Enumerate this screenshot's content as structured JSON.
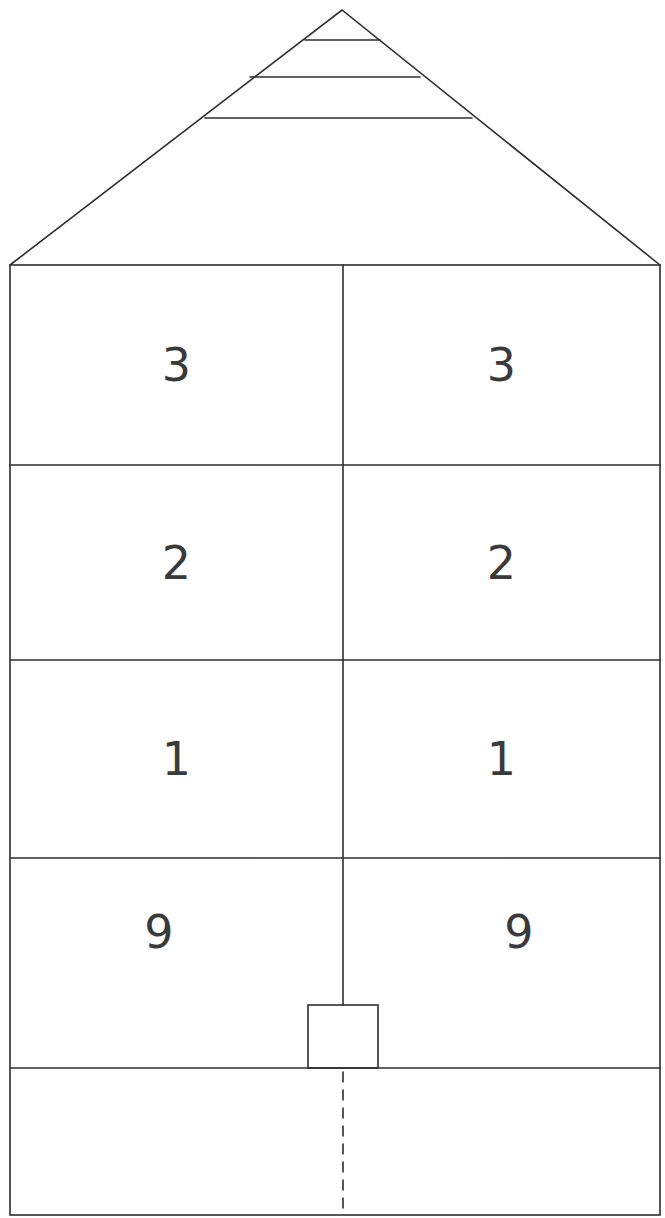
{
  "diagram": {
    "nodes": [
      {
        "text": [
          "3"
        ]
      },
      {
        "text": [
          "3"
        ]
      },
      {
        "text": [
          "2"
        ]
      },
      {
        "text": [
          "2"
        ]
      },
      {
        "text": [
          "1"
        ]
      },
      {
        "text": [
          "1"
        ]
      },
      {
        "text": [
          "9"
        ]
      },
      {
        "text": [
          "9"
        ]
      }
    ]
  }
}
